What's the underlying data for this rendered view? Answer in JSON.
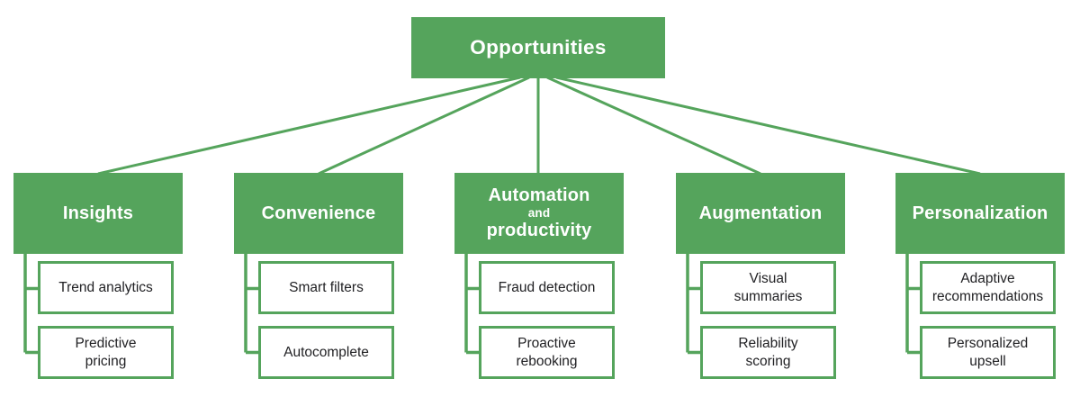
{
  "diagram": {
    "root": {
      "label": "Opportunities"
    },
    "branches": [
      {
        "label": "Insights",
        "children": [
          "Trend analytics",
          "Predictive\npricing"
        ]
      },
      {
        "label": "Convenience",
        "children": [
          "Smart filters",
          "Autocomplete"
        ]
      },
      {
        "label_line1": "Automation",
        "label_line2": "and",
        "label_line3": "productivity",
        "children": [
          "Fraud detection",
          "Proactive\nrebooking"
        ]
      },
      {
        "label": "Augmentation",
        "children": [
          "Visual\nsummaries",
          "Reliability\nscoring"
        ]
      },
      {
        "label": "Personalization",
        "children": [
          "Adaptive\nrecommendations",
          "Personalized\nupsell"
        ]
      }
    ],
    "colors": {
      "green": "#55a45c",
      "text": "#212124",
      "node_text": "#ffffff",
      "background": "#ffffff"
    }
  }
}
